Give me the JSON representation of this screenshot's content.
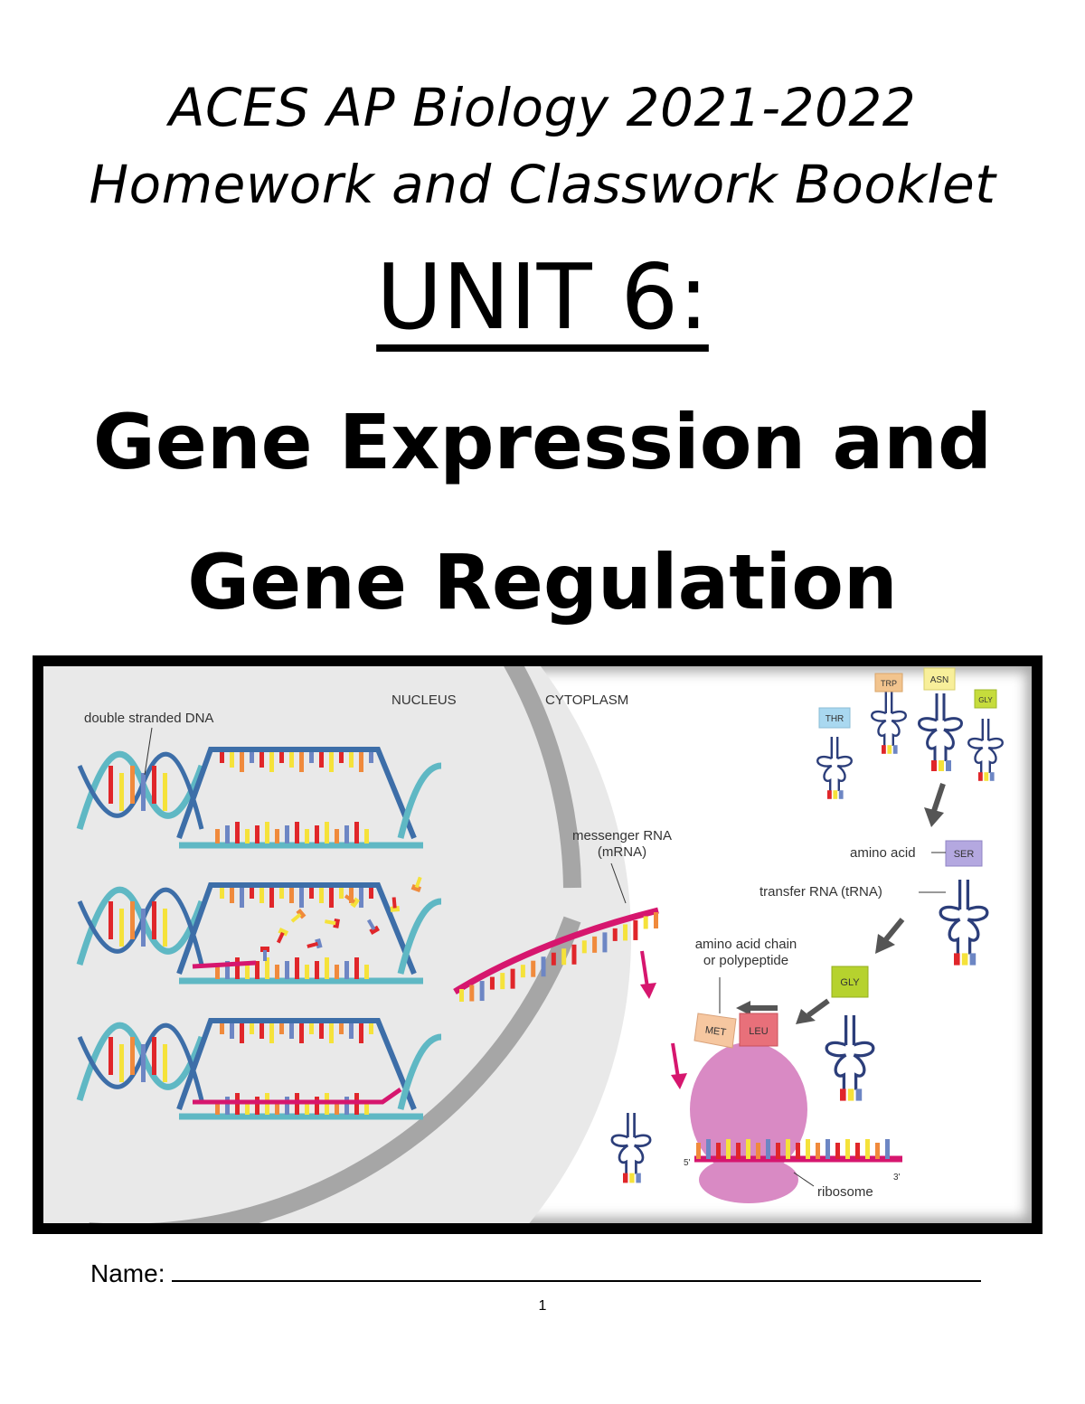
{
  "header": {
    "line1": "ACES AP Biology 2021-2022",
    "line2": "Homework and Classwork Booklet"
  },
  "unit": {
    "heading": "UNIT 6:",
    "topic_line1": "Gene Expression and",
    "topic_line2": "Gene Regulation"
  },
  "figure": {
    "labels": {
      "nucleus": "NUCLEUS",
      "cytoplasm": "CYTOPLASM",
      "double_stranded_dna": "double stranded DNA",
      "mrna_line1": "messenger RNA",
      "mrna_line2": "(mRNA)",
      "amino_acid": "amino acid",
      "trna": "transfer RNA (tRNA)",
      "chain_line1": "amino acid chain",
      "chain_line2": "or polypeptide",
      "ribosome": "ribosome",
      "five_prime": "5'",
      "three_prime": "3'"
    },
    "amino_acids": {
      "thr": "THR",
      "trp": "TRP",
      "asn": "ASN",
      "gly_top": "GLY",
      "ser": "SER",
      "gly": "GLY",
      "met": "MET",
      "leu": "LEU"
    },
    "colors": {
      "nucleus_fill": "#ececec",
      "envelope": "#a6a6a6",
      "dna_backbone_teal": "#5fb8c4",
      "dna_backbone_blue": "#3d6ea8",
      "base_red": "#e0262a",
      "base_yellow": "#f5e23a",
      "base_orange": "#f08a3c",
      "base_blue": "#6d86c4",
      "mrna_magenta": "#d6166e",
      "ribosome": "#d98ac4",
      "trna_navy": "#2c3e7a",
      "arrow_grey": "#555555"
    }
  },
  "footer": {
    "name_label": "Name:",
    "page_number": "1"
  }
}
